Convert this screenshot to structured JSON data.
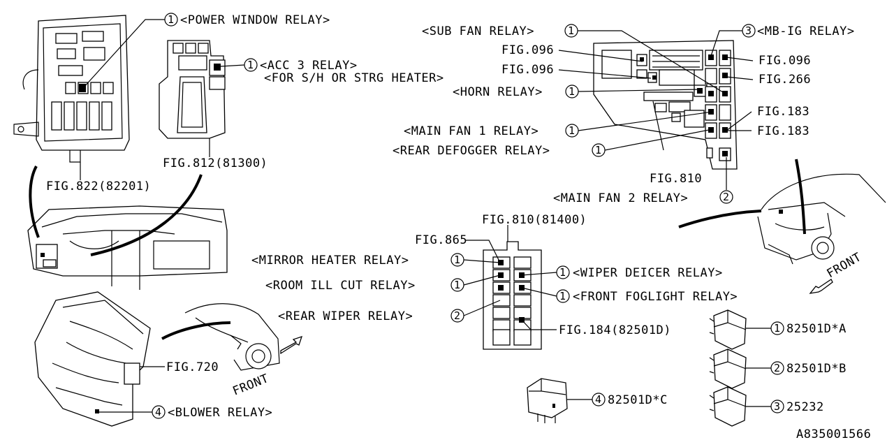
{
  "labels": {
    "power_window_relay": "<POWER WINDOW RELAY>",
    "acc3_relay": "<ACC 3 RELAY>",
    "acc3_note": "<FOR S/H OR STRG HEATER>",
    "fig822": "FIG.822(82201)",
    "fig812": "FIG.812(81300)",
    "sub_fan_relay": "<SUB FAN RELAY>",
    "mb_ig_relay": "<MB-IG RELAY>",
    "fig096_a": "FIG.096",
    "fig096_b": "FIG.096",
    "fig096_c": "FIG.096",
    "fig266": "FIG.266",
    "horn_relay": "<HORN RELAY>",
    "fig183_a": "FIG.183",
    "fig183_b": "FIG.183",
    "main_fan1_relay": "<MAIN FAN 1 RELAY>",
    "rear_defogger_relay": "<REAR DEFOGGER RELAY>",
    "fig810": "FIG.810",
    "main_fan2_relay": "<MAIN FAN 2 RELAY>",
    "fig810_81400": "FIG.810(81400)",
    "fig865": "FIG.865",
    "mirror_heater_relay": "<MIRROR HEATER RELAY>",
    "room_ill_cut_relay": "<ROOM ILL CUT RELAY>",
    "rear_wiper_relay": "<REAR WIPER RELAY>",
    "wiper_deicer_relay": "<WIPER DEICER RELAY>",
    "front_foglight_relay": "<FRONT FOGLIGHT RELAY>",
    "fig184": "FIG.184(82501D)",
    "fig720": "FIG.720",
    "blower_relay": "<BLOWER  RELAY>",
    "front_a": "FRONT",
    "front_b": "FRONT",
    "part_a": "82501D*A",
    "part_b": "82501D*B",
    "part_c": "82501D*C",
    "part_25232": "25232",
    "diagram_id": "A835001566"
  },
  "callouts": {
    "n1": "1",
    "n2": "2",
    "n3": "3",
    "n4": "4"
  }
}
